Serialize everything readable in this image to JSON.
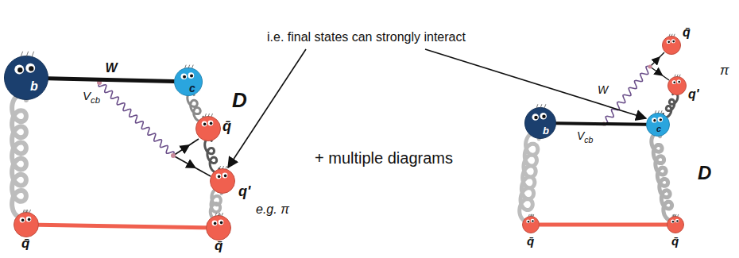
{
  "diagram": {
    "nodes": [
      {
        "text": [
          "b"
        ]
      },
      {
        "text": [
          "c"
        ]
      },
      {
        "text": [
          "q̄"
        ]
      },
      {
        "text": [
          "q'"
        ]
      },
      {
        "text": [
          "q̄"
        ]
      },
      {
        "text": [
          "q̄"
        ]
      },
      {
        "text": [
          "q̄"
        ]
      },
      {
        "text": [
          "q'"
        ]
      },
      {
        "text": [
          "b"
        ]
      },
      {
        "text": [
          "c"
        ]
      },
      {
        "text": [
          "q̄"
        ]
      },
      {
        "text": [
          "q̄"
        ]
      }
    ],
    "edges": [
      {
        "from": 0,
        "to": 1,
        "arrow": "none",
        "label": "W"
      },
      {
        "from": 0,
        "to": 4,
        "arrow": "none"
      },
      {
        "from": 1,
        "to": 2,
        "arrow": "none"
      },
      {
        "from": 2,
        "to": 3,
        "arrow": "none"
      },
      {
        "from": 3,
        "to": 5,
        "arrow": "none"
      },
      {
        "from": 4,
        "to": 5,
        "arrow": "none"
      },
      {
        "from": 8,
        "to": 9,
        "arrow": "none"
      },
      {
        "from": 8,
        "to": 10,
        "arrow": "none"
      },
      {
        "from": 9,
        "to": 7,
        "arrow": "none"
      },
      {
        "from": 9,
        "to": 11,
        "arrow": "none"
      },
      {
        "from": 10,
        "to": 11,
        "arrow": "none"
      }
    ],
    "labels": [
      "Vcb",
      "D",
      "e.g. π",
      "i.e. final states can strongly interact",
      "+ multiple diagrams",
      "W",
      "Vcb",
      "π",
      "D"
    ]
  }
}
